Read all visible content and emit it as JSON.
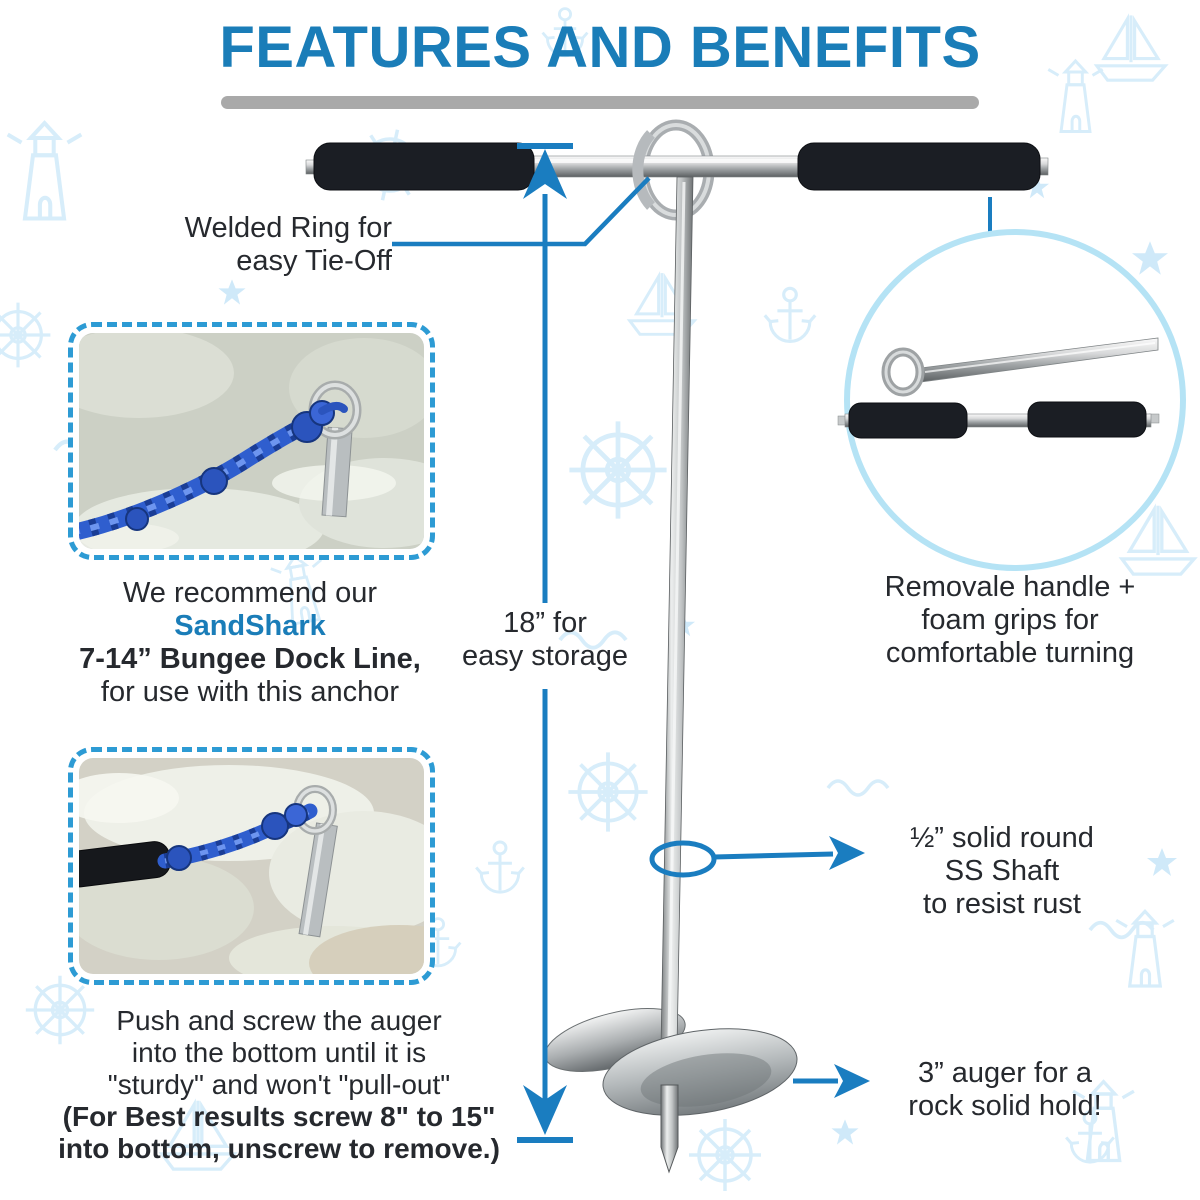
{
  "title": "FEATURES AND BENEFITS",
  "colors": {
    "accent_blue": "#1a7db8",
    "line_blue": "#1a7dc0",
    "text_dark": "#26292e",
    "underline_gray": "#a9a9a9",
    "dashed_border_blue": "#2d9bd4",
    "inset_circle_blue": "#b5e3f5",
    "pattern_blue": "#d7edfa"
  },
  "callouts": {
    "welded_ring": {
      "lines": [
        "Welded Ring for",
        "easy Tie-Off"
      ]
    },
    "storage": {
      "lines": [
        "18” for",
        "easy storage"
      ]
    },
    "recommendation": {
      "intro": "We recommend our",
      "brand": "SandShark",
      "product": "7-14” Bungee Dock Line,",
      "outro": "for use with this anchor"
    },
    "handle": {
      "lines": [
        "Removale handle +",
        "foam grips for",
        "comfortable turning"
      ]
    },
    "shaft": {
      "lines": [
        "½” solid round",
        "SS Shaft",
        "to resist rust"
      ]
    },
    "auger": {
      "lines": [
        "3” auger for a",
        "rock solid hold!"
      ]
    },
    "instructions": {
      "regular_lines": [
        "Push and screw the auger",
        "into the bottom until it is",
        "\"sturdy\" and won't \"pull-out\""
      ],
      "bold_lines": [
        "(For Best results screw 8\" to 15\"",
        "into bottom, unscrew to remove.)"
      ]
    }
  }
}
